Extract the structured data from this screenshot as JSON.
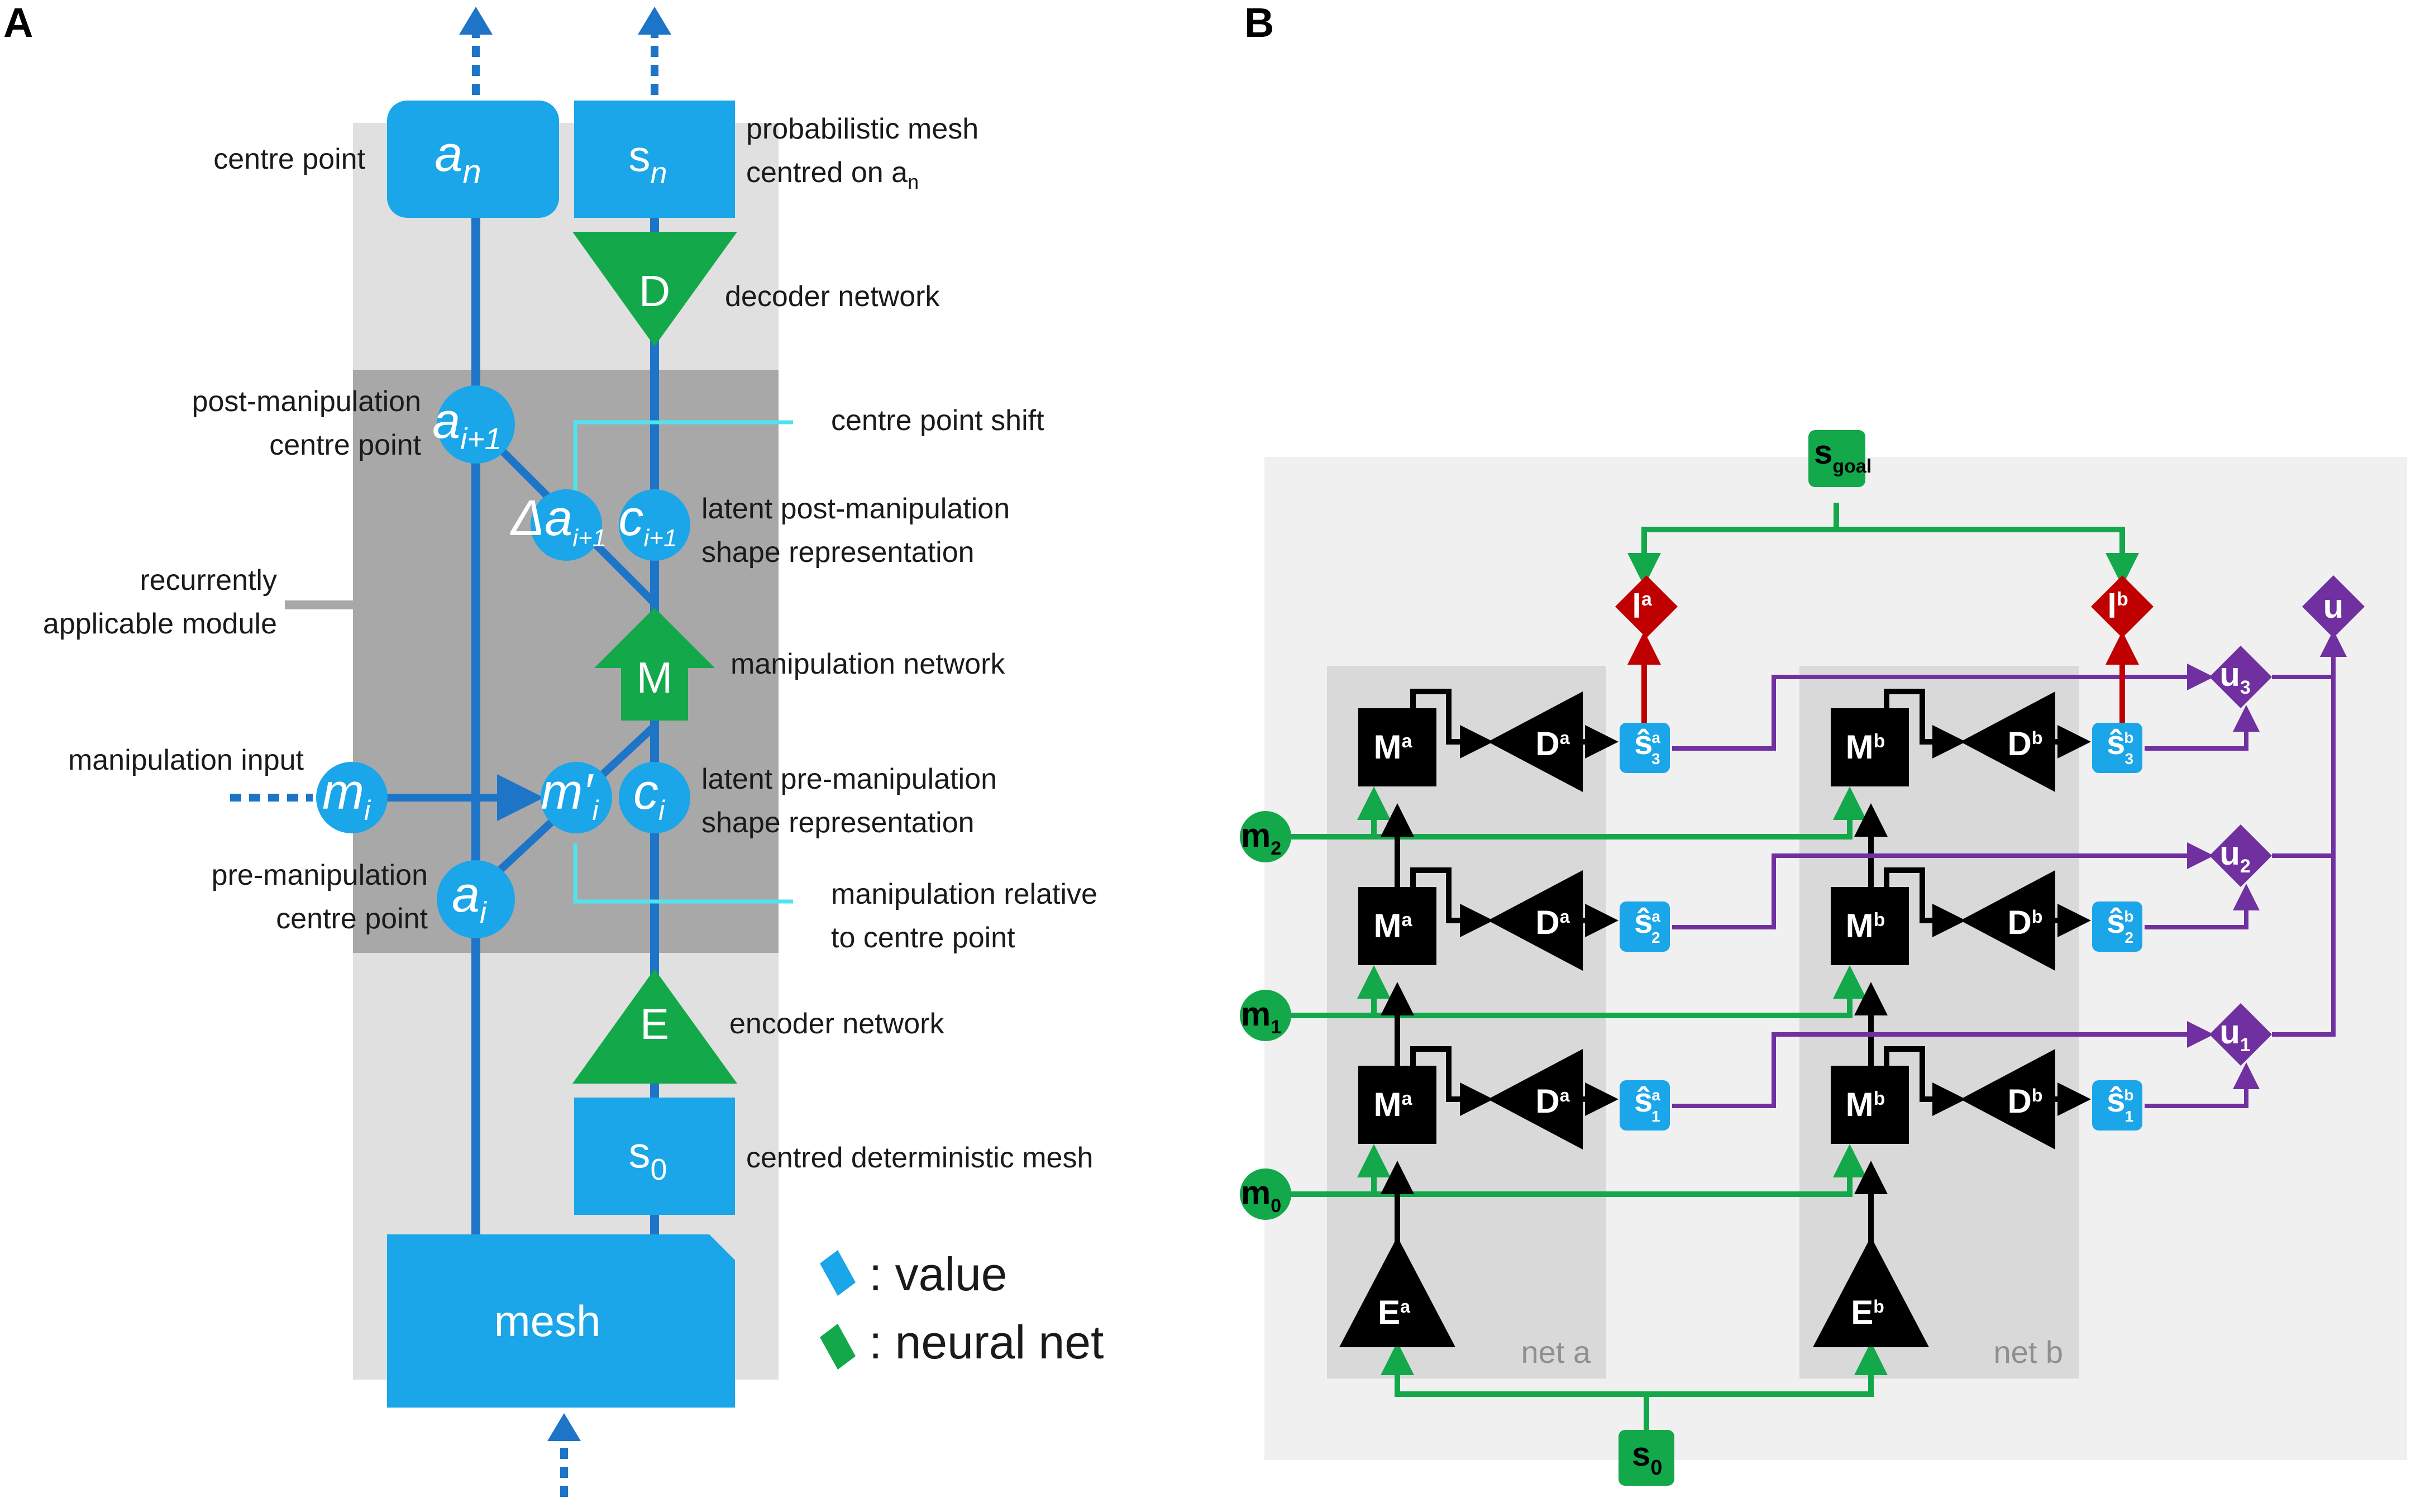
{
  "panel_a": {
    "letter": "A",
    "nodes": {
      "a_n": "a",
      "a_n_sub": "n",
      "s_n": "s",
      "s_n_sub": "n",
      "decoder": "D",
      "a_i1": "a",
      "a_i1_sub": "i+1",
      "delta_a": "Δa",
      "delta_a_sub": "i+1",
      "c_i1": "c",
      "c_i1_sub": "i+1",
      "manip": "M",
      "m_i": "m",
      "m_i_sub": "i",
      "m_prime": "m′",
      "m_prime_sub": "i",
      "c_i": "c",
      "c_i_sub": "i",
      "a_i": "a",
      "a_i_sub": "i",
      "encoder": "E",
      "s_0": "s",
      "s_0_sub": "0",
      "mesh": "mesh"
    },
    "labels": {
      "centre_point": "centre point",
      "prob_mesh_1": "probabilistic mesh",
      "prob_mesh_2": "centred on a",
      "prob_mesh_2_sub": "n",
      "decoder_network": "decoder network",
      "post_manip_1": "post-manipulation",
      "post_manip_2": "centre point",
      "centre_shift": "centre point shift",
      "latent_post_1": "latent post-manipulation",
      "latent_post_2": "shape representation",
      "recurrent_1": "recurrently",
      "recurrent_2": "applicable module",
      "manipulation_network": "manipulation network",
      "manipulation_input": "manipulation input",
      "latent_pre_1": "latent pre-manipulation",
      "latent_pre_2": "shape representation",
      "pre_manip_1": "pre-manipulation",
      "pre_manip_2": "centre point",
      "manip_rel_1": "manipulation relative",
      "manip_rel_2": "to centre point",
      "encoder_network": "encoder network",
      "centred_det_mesh": "centred deterministic mesh"
    },
    "legend": {
      "value": ": value",
      "neural_net": ": neural net"
    }
  },
  "panel_b": {
    "letter": "B",
    "s_goal": "s",
    "s_goal_sub": "goal",
    "s_0": "s",
    "s_0_sub": "0",
    "l_a": "l",
    "l_a_sup": "a",
    "l_b": "l",
    "l_b_sup": "b",
    "u": "u",
    "u_nodes": [
      {
        "base": "u",
        "sub": "3"
      },
      {
        "base": "u",
        "sub": "2"
      },
      {
        "base": "u",
        "sub": "1"
      }
    ],
    "m_inputs": [
      {
        "base": "m",
        "sub": "2"
      },
      {
        "base": "m",
        "sub": "1"
      },
      {
        "base": "m",
        "sub": "0"
      }
    ],
    "net_a_label": "net a",
    "net_b_label": "net b",
    "net_a": {
      "M": "M",
      "M_sup": "a",
      "D": "D",
      "D_sup": "a",
      "E": "E",
      "E_sup": "a",
      "shat": "ŝ",
      "shat_sup": "a",
      "shat_subs": [
        "3",
        "2",
        "1"
      ]
    },
    "net_b": {
      "M": "M",
      "M_sup": "b",
      "D": "D",
      "D_sup": "b",
      "E": "E",
      "E_sup": "b",
      "shat": "ŝ",
      "shat_sup": "b",
      "shat_subs": [
        "3",
        "2",
        "1"
      ]
    }
  },
  "colors": {
    "value_blue": "#1aa6e8",
    "line_blue": "#1e74c6",
    "net_green": "#13a84a",
    "cyan": "#4fe3f0",
    "loss_red": "#c00000",
    "purple": "#7030a0",
    "black": "#000000"
  }
}
